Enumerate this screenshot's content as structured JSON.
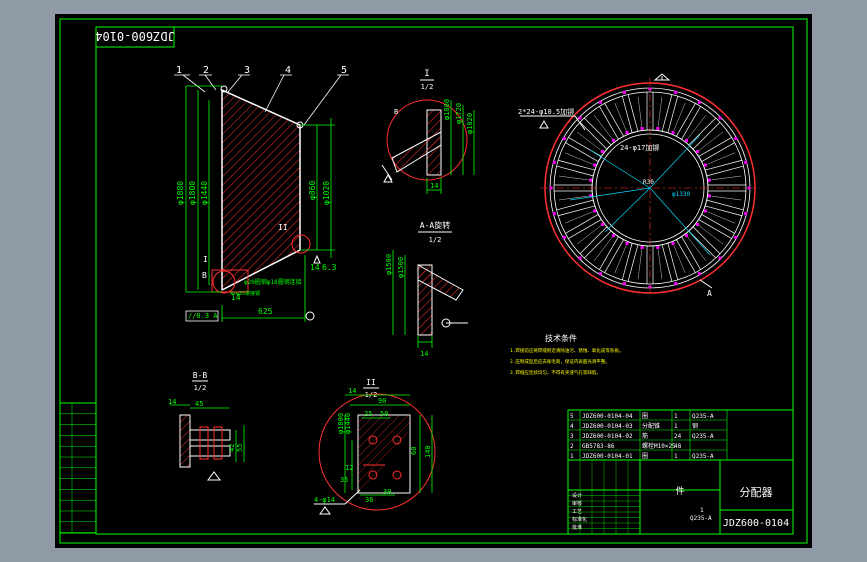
{
  "drawing_number": "JDZ600-0104",
  "drawing_number_mirrored": "JDZ600-0104",
  "colors": {
    "background": "#8f9aa6",
    "sheet": "#000000",
    "frame": "#00ff00",
    "dimension": "#00ff00",
    "outline": "#ffffff",
    "hatch": "#ff3030",
    "center": "#ff3030",
    "accent": "#ff00ff",
    "cyan": "#00d8ff",
    "yellow": "#ffff00"
  },
  "balloons": [
    "1",
    "2",
    "3",
    "4",
    "5"
  ],
  "main_view": {
    "dims": {
      "d1880": "φ1880",
      "d1800": "φ1800",
      "d1440": "φ1440",
      "d860": "φ860",
      "d1020": "φ1020",
      "len625": "625",
      "gap14": "14",
      "d14": "14",
      "rough63": "6.3",
      "note_weld": "φ20圆钢φ18圆钢连接",
      "note_hole": "4×φ35铆接钢",
      "tol": "//0.3 A",
      "mark_ii": "II",
      "mark_b": "B",
      "mark_i": "I"
    }
  },
  "view_i": {
    "title": "I",
    "scale": "1/2",
    "dims": {
      "d1880": "φ1880",
      "d1720": "φ1720",
      "d1020": "φ1020",
      "w14": "14",
      "mark_b": "B"
    }
  },
  "view_aa": {
    "title": "A-A旋转",
    "scale": "1/2",
    "dims": {
      "d1580": "φ1580",
      "d1500": "φ1500",
      "w14": "14"
    }
  },
  "view_bb": {
    "title": "B-B",
    "scale": "1/2",
    "dims": {
      "w14": "14",
      "w45": "45",
      "h42": "42",
      "h55": "55"
    }
  },
  "view_ii": {
    "title": "II",
    "scale": "1/2",
    "dims": {
      "d1800": "φ1800",
      "d1440": "φ1440",
      "w14": "14",
      "w90": "90",
      "w25": "25",
      "w50": "50",
      "h12": "12",
      "h60": "60",
      "h140": "140",
      "h36": "36",
      "h35": "35",
      "h30": "30",
      "holes": "4-φ14"
    }
  },
  "plan_view": {
    "hole_note": "2*24-φ10.5加铆",
    "hole_note2": "24-φ17加铆",
    "dim_r": "R30",
    "dim_d": "φ1330",
    "mark_a": "A"
  },
  "tech_req": {
    "title": "技术条件",
    "items": [
      "1.焊接前应将焊缝附近清除油污、锈蚀、氧化皮等杂质。",
      "2.压制成型后应去除毛刺，保证内表面光滑平整。",
      "3.焊缝应连续均匀，不得有夹渣气孔等缺陷。"
    ]
  },
  "parts_list": [
    {
      "no": "5",
      "code": "JDZ600-0104-04",
      "name": "圈",
      "qty": "1",
      "mat": "Q235-A",
      "note": ""
    },
    {
      "no": "4",
      "code": "JDZ600-0104-03",
      "name": "分配锥",
      "qty": "1",
      "mat": "钢",
      "note": ""
    },
    {
      "no": "3",
      "code": "JDZ600-0104-02",
      "name": "筋",
      "qty": "24",
      "mat": "Q235-A",
      "note": ""
    },
    {
      "no": "2",
      "code": "GB5783-86",
      "name": "螺栓M10×25",
      "qty": "48",
      "mat": "",
      "note": ""
    },
    {
      "no": "1",
      "code": "JDZ600-0104-01",
      "name": "圈",
      "qty": "1",
      "mat": "Q235-A",
      "note": ""
    }
  ],
  "title_block": {
    "part_name": "分配器",
    "part_label": "件",
    "material_note": "Q235-A",
    "drawing_no": "JDZ600-0104",
    "qty": "1",
    "signatures": [
      "设计",
      "审核",
      "工艺",
      "标准化",
      "批准"
    ]
  }
}
